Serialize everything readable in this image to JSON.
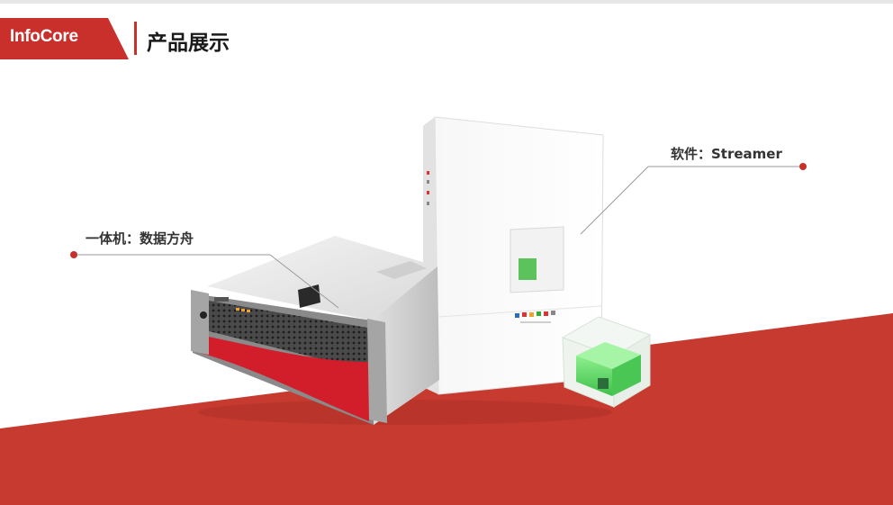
{
  "header": {
    "logo_text": "InfoCore",
    "title": "产品展示"
  },
  "callouts": {
    "appliance_label": "一体机：数据方舟",
    "software_label": "软件：Streamer"
  },
  "colors": {
    "brand_red": "#c9302c",
    "floor_red": "#c73a2f",
    "text_dark": "#1a1a1a"
  }
}
